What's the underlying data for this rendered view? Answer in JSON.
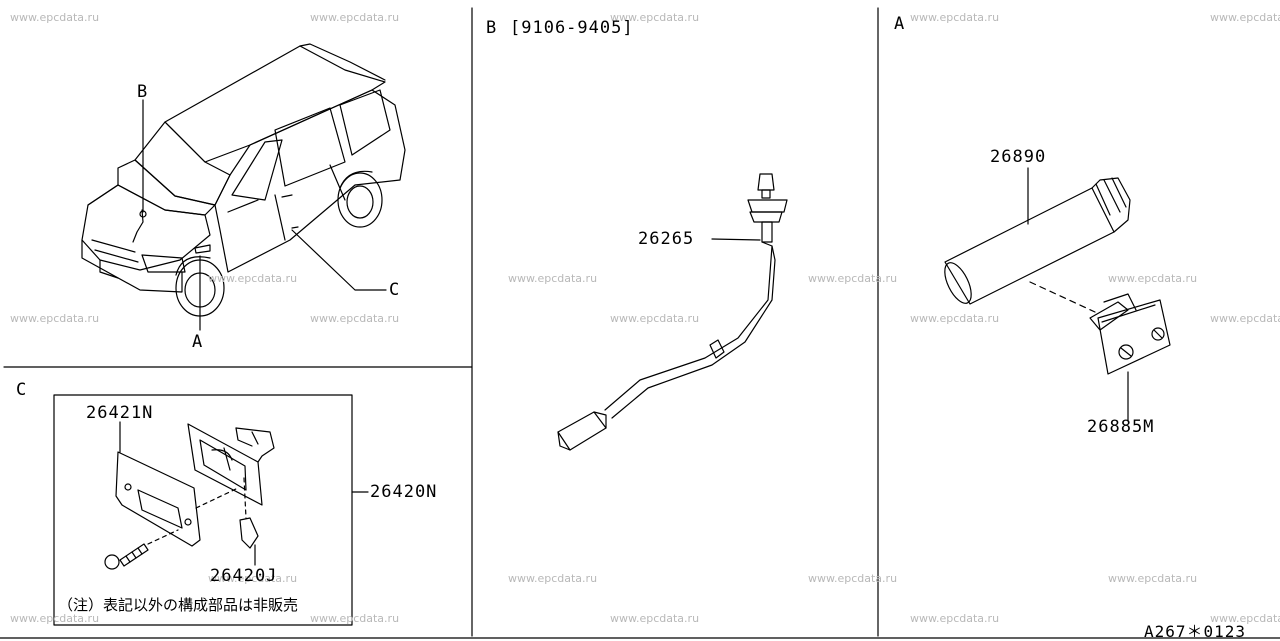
{
  "watermark": "www.epcdata.ru",
  "sections": {
    "a_label": "A",
    "b_label": "B",
    "c_label": "C",
    "b_date_range": "[9106-9405]"
  },
  "vehicle_callouts": {
    "b": "B",
    "a": "A",
    "c": "C"
  },
  "parts": {
    "p26265": "26265",
    "p26890": "26890",
    "p26885m": "26885M",
    "p26421n": "26421N",
    "p26420n": "26420N",
    "p26420j": "26420J"
  },
  "note": "（注）表記以外の構成部品は非販売",
  "page_code": "A267＊0123"
}
